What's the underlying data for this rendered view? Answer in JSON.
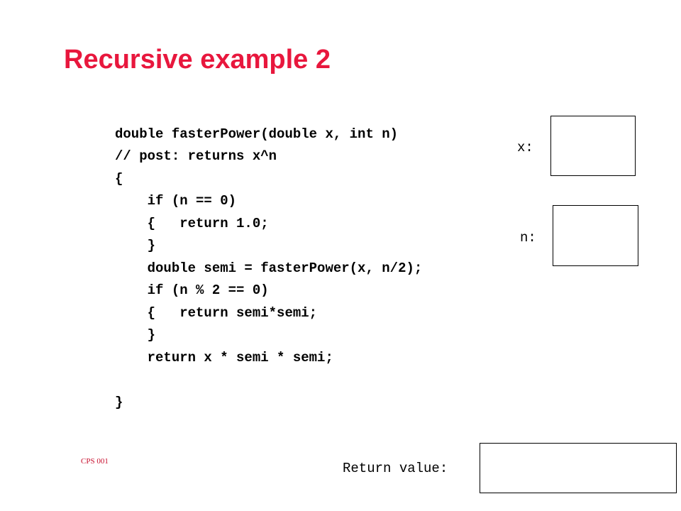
{
  "slide": {
    "title": "Recursive example 2",
    "footer": "CPS 001"
  },
  "code": {
    "lines": [
      "double fasterPower(double x, int n)",
      "// post: returns x^n",
      "{",
      "    if (n == 0)",
      "    {   return 1.0;",
      "    }",
      "    double semi = fasterPower(x, n/2);",
      "    if (n % 2 == 0)",
      "    {   return semi*semi;",
      "    }",
      "    return x * semi * semi;",
      "",
      "}"
    ]
  },
  "variables": {
    "x_label": "x:",
    "n_label": "n:",
    "return_label": "Return value:"
  },
  "colors": {
    "title": "#e8173d",
    "footer": "#c8102e",
    "text": "#000000"
  }
}
